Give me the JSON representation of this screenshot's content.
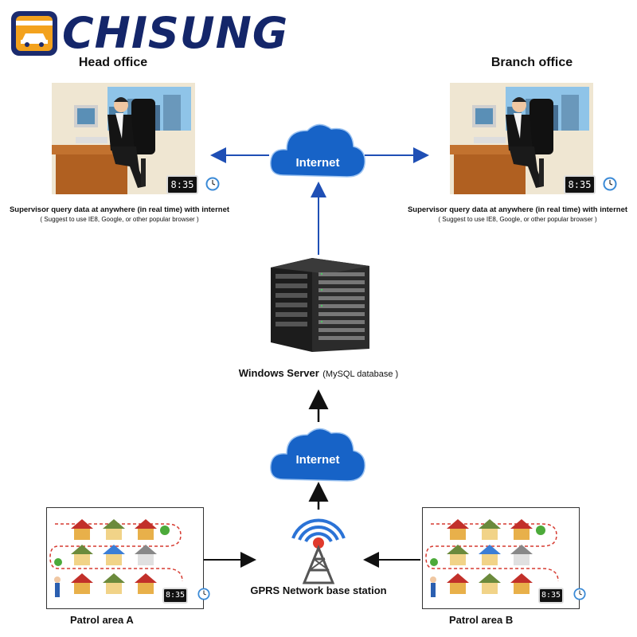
{
  "brand": {
    "logo_text": "CHISUNG"
  },
  "head_office": {
    "title": "Head office",
    "caption": "Supervisor query data at anywhere (in real time) with internet",
    "subcaption": "( Suggest to use IE8,  Google,  or other popular  browser )",
    "clock": "8:35"
  },
  "branch_office": {
    "title": "Branch office",
    "caption": "Supervisor query data at anywhere (in real time) with internet",
    "subcaption": "( Suggest to use IE8,  Google,  or other popular  browser )",
    "clock": "8:35"
  },
  "internet_top": {
    "label": "Internet"
  },
  "internet_bottom": {
    "label": "Internet"
  },
  "server": {
    "label": "Windows Server",
    "sublabel": "(MySQL database )"
  },
  "base_station": {
    "label": "GPRS Network base station"
  },
  "patrol_a": {
    "label": "Patrol area A",
    "clock": "8:35"
  },
  "patrol_b": {
    "label": "Patrol area B",
    "clock": "8:35"
  },
  "colors": {
    "arrow_blue": "#1f4fb5",
    "cloud_blue": "#1763c7",
    "logo_navy": "#14266a",
    "logo_orange": "#f3a21d"
  }
}
